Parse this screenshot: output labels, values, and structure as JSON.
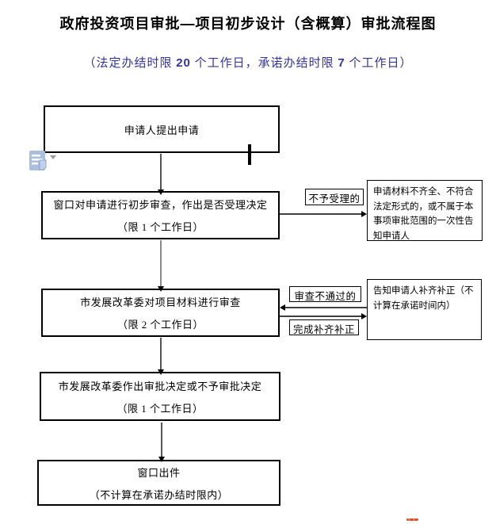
{
  "page": {
    "title": "政府投资项目审批—项目初步设计（含概算）审批流程图",
    "subtitle": {
      "part1": "（法定办结时限 ",
      "num1": "20",
      "part2": " 个工作日，承诺办结时限 ",
      "num2": "7",
      "part3": " 个工作日）"
    },
    "accent_blue": "#3333a0"
  },
  "flow": {
    "box1": {
      "line1": "申请人提出申请",
      "line2": ""
    },
    "box2": {
      "line1": "窗口对申请进行初步审查，作出是否受理决定",
      "line2": "（限 1 个工作日）"
    },
    "box3": {
      "line1": "市发展改革委对项目材料进行审查",
      "line2": "（限 2 个工作日）"
    },
    "box4": {
      "line1": "市发展改革委作出审批决定或不予审批决定",
      "line2": "（限 1 个工作日）"
    },
    "box5": {
      "line1": "窗口出件",
      "line2": "（不计算在承诺办结时限内）"
    }
  },
  "side": {
    "reject_label": "不予受理的",
    "reject_note": "申请材料不齐全、不符合法定形式的，或不属于本事项审批范围的一次性告知申请人",
    "fail_label": "审查不通过的",
    "complete_label": "完成补齐补正",
    "supplement_note": "告知申请人补齐补正（不计算在承诺时间内）"
  },
  "artifacts": {
    "paste_icon": "paste-options-icon",
    "cursor": "text-cursor-mark",
    "squiggle_color": "#e8502a"
  }
}
